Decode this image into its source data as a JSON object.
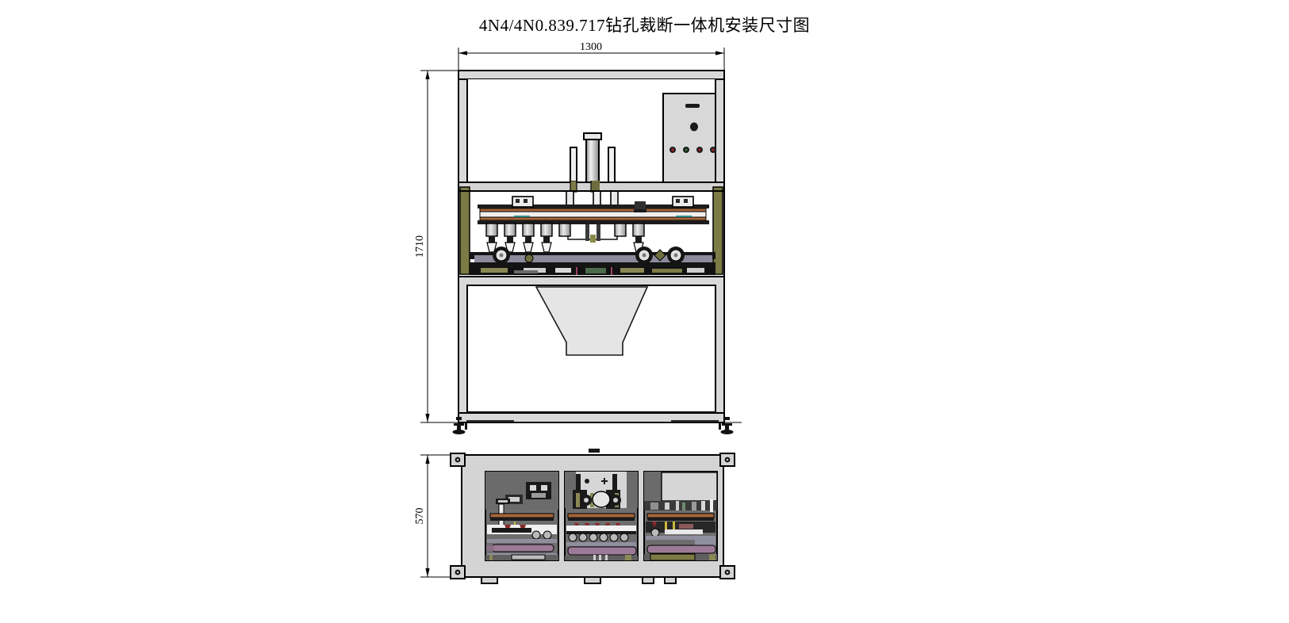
{
  "drawing": {
    "title": "4N4/4N0.839.717钻孔裁断一体机安装尺寸图",
    "background_color": "#ffffff",
    "line_color": "#000000"
  },
  "dimensions": {
    "width_label": "1300",
    "height_label": "1710",
    "depth_label": "570",
    "units_note": ""
  },
  "views": {
    "front": {
      "name": "front-elevation",
      "frame_color": "#d9d9d9",
      "post_color": "#7d7b45",
      "rail_color": "#a9663a",
      "hopper_color": "#e3e3e3",
      "panel_color": "#d8d8d8"
    },
    "plan": {
      "name": "plan-view",
      "body_color": "#d4d4d4",
      "cell_color": "#6e6e6e",
      "rail_color": "#9d7a97",
      "bar_color": "#a9663a"
    }
  },
  "control_panel": {
    "name": "operator-control-panel",
    "slot": "display-slot",
    "knob": "selector-knob",
    "buttons": [
      "red-button",
      "green-button",
      "red-button-2"
    ]
  }
}
